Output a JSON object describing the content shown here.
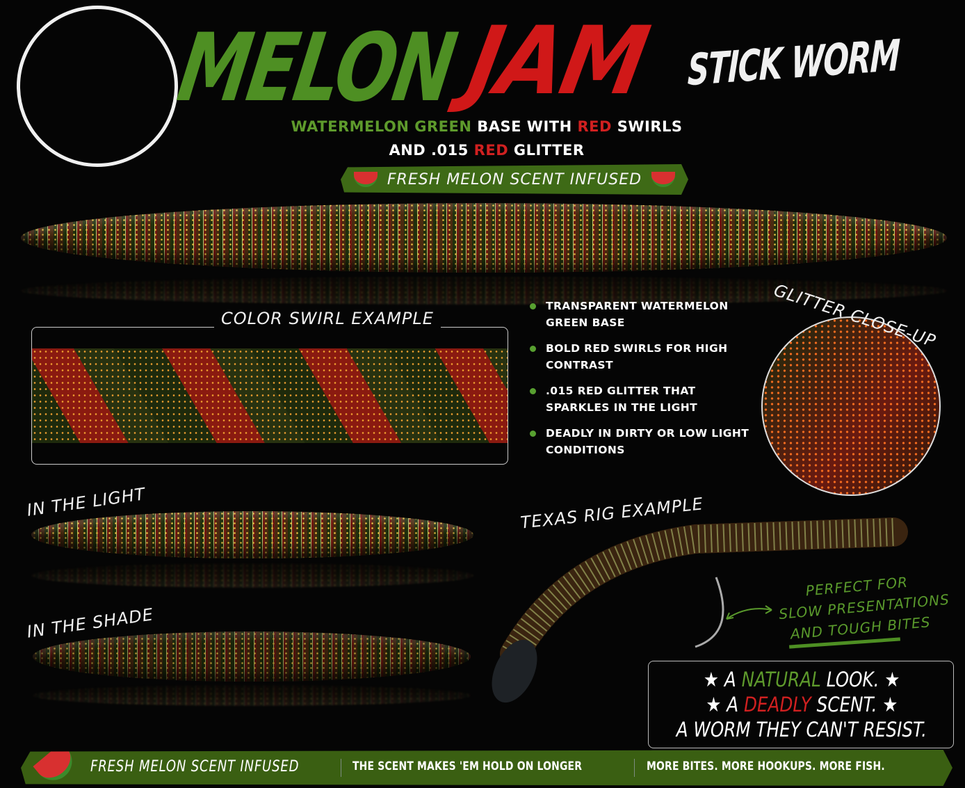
{
  "title": {
    "melon": "MELON",
    "jam": "JAM",
    "product": "STICK WORM"
  },
  "subtitle": {
    "line1": [
      {
        "text": "WATERMELON GREEN",
        "color": "green"
      },
      {
        "text": " BASE WITH ",
        "color": "white"
      },
      {
        "text": "RED",
        "color": "red"
      },
      {
        "text": " SWIRLS",
        "color": "white"
      }
    ],
    "line2": [
      {
        "text": "AND .015 ",
        "color": "white"
      },
      {
        "text": "RED",
        "color": "red"
      },
      {
        "text": " GLITTER",
        "color": "white"
      }
    ]
  },
  "top_banner": {
    "text": "FRESH MELON SCENT INFUSED",
    "icon": "watermelon-icon"
  },
  "color_swirl_label": "COLOR SWIRL EXAMPLE",
  "features": [
    "TRANSPARENT WATERMELON GREEN BASE",
    "BOLD RED SWIRLS FOR HIGH CONTRAST",
    ".015 RED GLITTER THAT SPARKLES IN THE LIGHT",
    "DEADLY IN DIRTY OR LOW LIGHT CONDITIONS"
  ],
  "glitter_label": "GLITTER CLOSE-UP",
  "in_light_label": "IN THE LIGHT",
  "in_shade_label": "IN THE SHADE",
  "texas_rig_label": "TEXAS RIG EXAMPLE",
  "perfect_for": [
    "PERFECT FOR",
    "SLOW PRESENTATIONS",
    "AND TOUGH BITES"
  ],
  "tagline": {
    "line1": {
      "a": "★ A ",
      "b": "NATURAL",
      "c": " LOOK. ★"
    },
    "line2": {
      "a": "★ A ",
      "b": "DEADLY",
      "c": " SCENT. ★"
    },
    "line3": "A WORM THEY CAN'T RESIST."
  },
  "bottom_banner": {
    "scent": "FRESH MELON SCENT INFUSED",
    "hold": "THE SCENT MAKES 'EM HOLD ON LONGER",
    "more": "MORE BITES. MORE HOOKUPS. MORE FISH."
  },
  "colors": {
    "green": "#4e8f23",
    "red": "#d01818",
    "banner": "#3a5f12",
    "background": "#050505"
  }
}
